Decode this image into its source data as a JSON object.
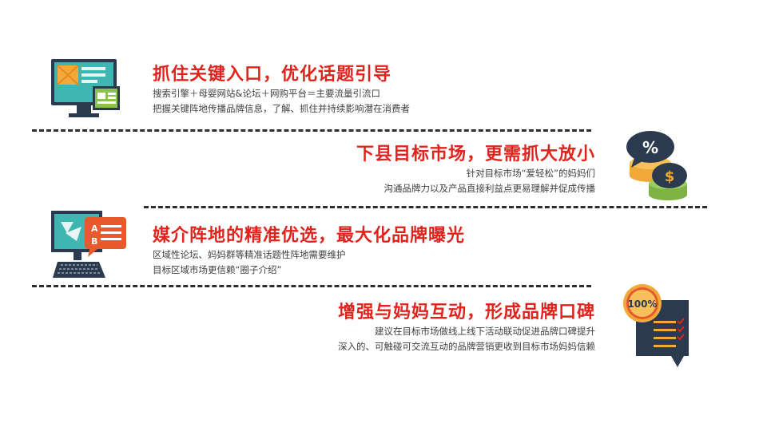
{
  "sections": [
    {
      "title": "抓住关键入口，优化话题引导",
      "lines": [
        "搜索引擎＋母婴网站&论坛＋网购平台＝主要流量引流口",
        "把握关键阵地传播品牌信息，了解、抓住并持续影响潜在消费者"
      ],
      "icon": "monitor-window-icon"
    },
    {
      "title": "下县目标市场，更需抓大放小",
      "lines": [
        "针对目标市场“爱轻松”的妈妈们",
        "沟通品牌力以及产品直接利益点更易理解并促成传播"
      ],
      "icon": "percent-dollar-coins-icon"
    },
    {
      "title": "媒介阵地的精准优选，最大化品牌曝光",
      "lines": [
        "区域性论坛、妈妈群等精准话题性阵地需要维护",
        "目标区域市场更信赖“圈子介绍”"
      ],
      "icon": "computer-ab-chat-icon"
    },
    {
      "title": "增强与妈妈互动，形成品牌口碑",
      "lines": [
        "建议在目标市场做线上线下活动联动促进品牌口碑提升",
        "深入的、可触碰可交流互动的品牌营销更收到目标市场妈妈信赖"
      ],
      "icon": "badge-checklist-icon",
      "badge_text": "100%"
    }
  ],
  "colors": {
    "title": "#e0241d",
    "body_text": "#404040",
    "divider": "#2d2d2d"
  }
}
